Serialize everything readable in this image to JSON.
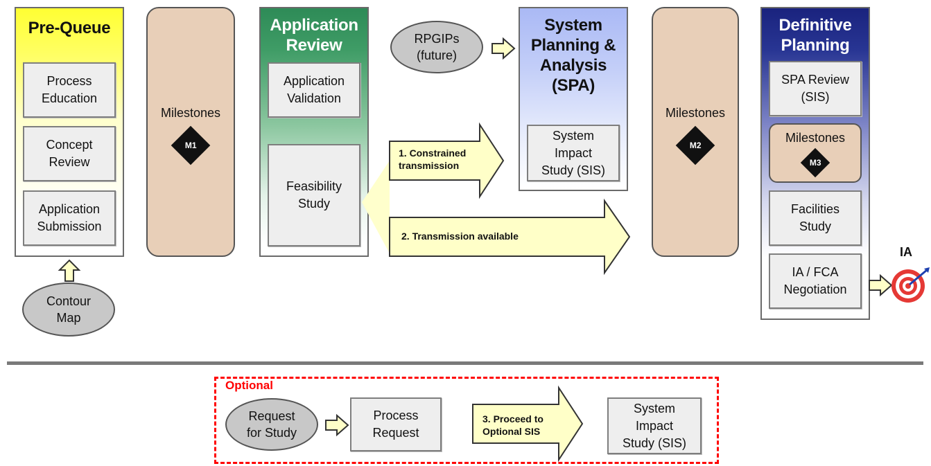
{
  "columns": {
    "pre_queue": {
      "title": "Pre-Queue",
      "steps": [
        "Process\nEducation",
        "Concept\nReview",
        "Application\nSubmission"
      ]
    },
    "application_review": {
      "title": "Application\nReview",
      "steps": [
        "Application\nValidation",
        "Feasibility\nStudy"
      ]
    },
    "spa": {
      "title": "System\nPlanning &\nAnalysis\n(SPA)",
      "steps": [
        "System\nImpact\nStudy (SIS)"
      ]
    },
    "definitive_planning": {
      "title": "Definitive\nPlanning",
      "steps": [
        "SPA Review\n(SIS)",
        "Facilities\nStudy",
        "IA / FCA\nNegotiation"
      ],
      "milestone_label": "Milestones",
      "milestone_marker": "M3"
    }
  },
  "milestones": [
    {
      "label": "Milestones",
      "marker": "M1"
    },
    {
      "label": "Milestones",
      "marker": "M2"
    }
  ],
  "inputs": {
    "contour_map": "Contour\nMap",
    "rpgips": "RPGIPs\n(future)"
  },
  "arrows": {
    "constrained": "1. Constrained\ntransmission",
    "available": "2. Transmission available",
    "proceed_optional": "3. Proceed to\nOptional SIS"
  },
  "goal": {
    "label": "IA"
  },
  "optional": {
    "label": "Optional",
    "request": "Request\nfor Study",
    "process": "Process\nRequest",
    "sis": "System\nImpact\nStudy (SIS)"
  },
  "colors": {
    "pre_queue": "#ffff33",
    "application_review": "#2e8b57",
    "spa": "#b9c6f5",
    "definitive_planning": "#1a237e",
    "milestone": "#e8cfb8",
    "arrow_fill": "#ffffc8",
    "optional_border": "#ff0000",
    "target_red": "#e53935"
  }
}
